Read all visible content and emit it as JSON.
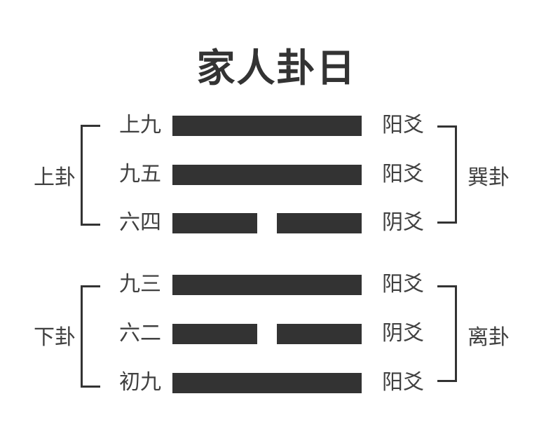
{
  "title": "家人卦日",
  "colors": {
    "background": "#ffffff",
    "bar": "#333333",
    "text": "#404040",
    "bracket": "#333333",
    "title": "#333333"
  },
  "hexagram": {
    "lines": [
      {
        "position": "上九",
        "type": "yang",
        "type_label": "阳爻"
      },
      {
        "position": "九五",
        "type": "yang",
        "type_label": "阳爻"
      },
      {
        "position": "六四",
        "type": "yin",
        "type_label": "阴爻"
      },
      {
        "position": "九三",
        "type": "yang",
        "type_label": "阳爻"
      },
      {
        "position": "六二",
        "type": "yin",
        "type_label": "阴爻"
      },
      {
        "position": "初九",
        "type": "yang",
        "type_label": "阳爻"
      }
    ],
    "upper_trigram": {
      "group_label": "上卦",
      "trigram_name": "巽卦"
    },
    "lower_trigram": {
      "group_label": "下卦",
      "trigram_name": "离卦"
    }
  }
}
